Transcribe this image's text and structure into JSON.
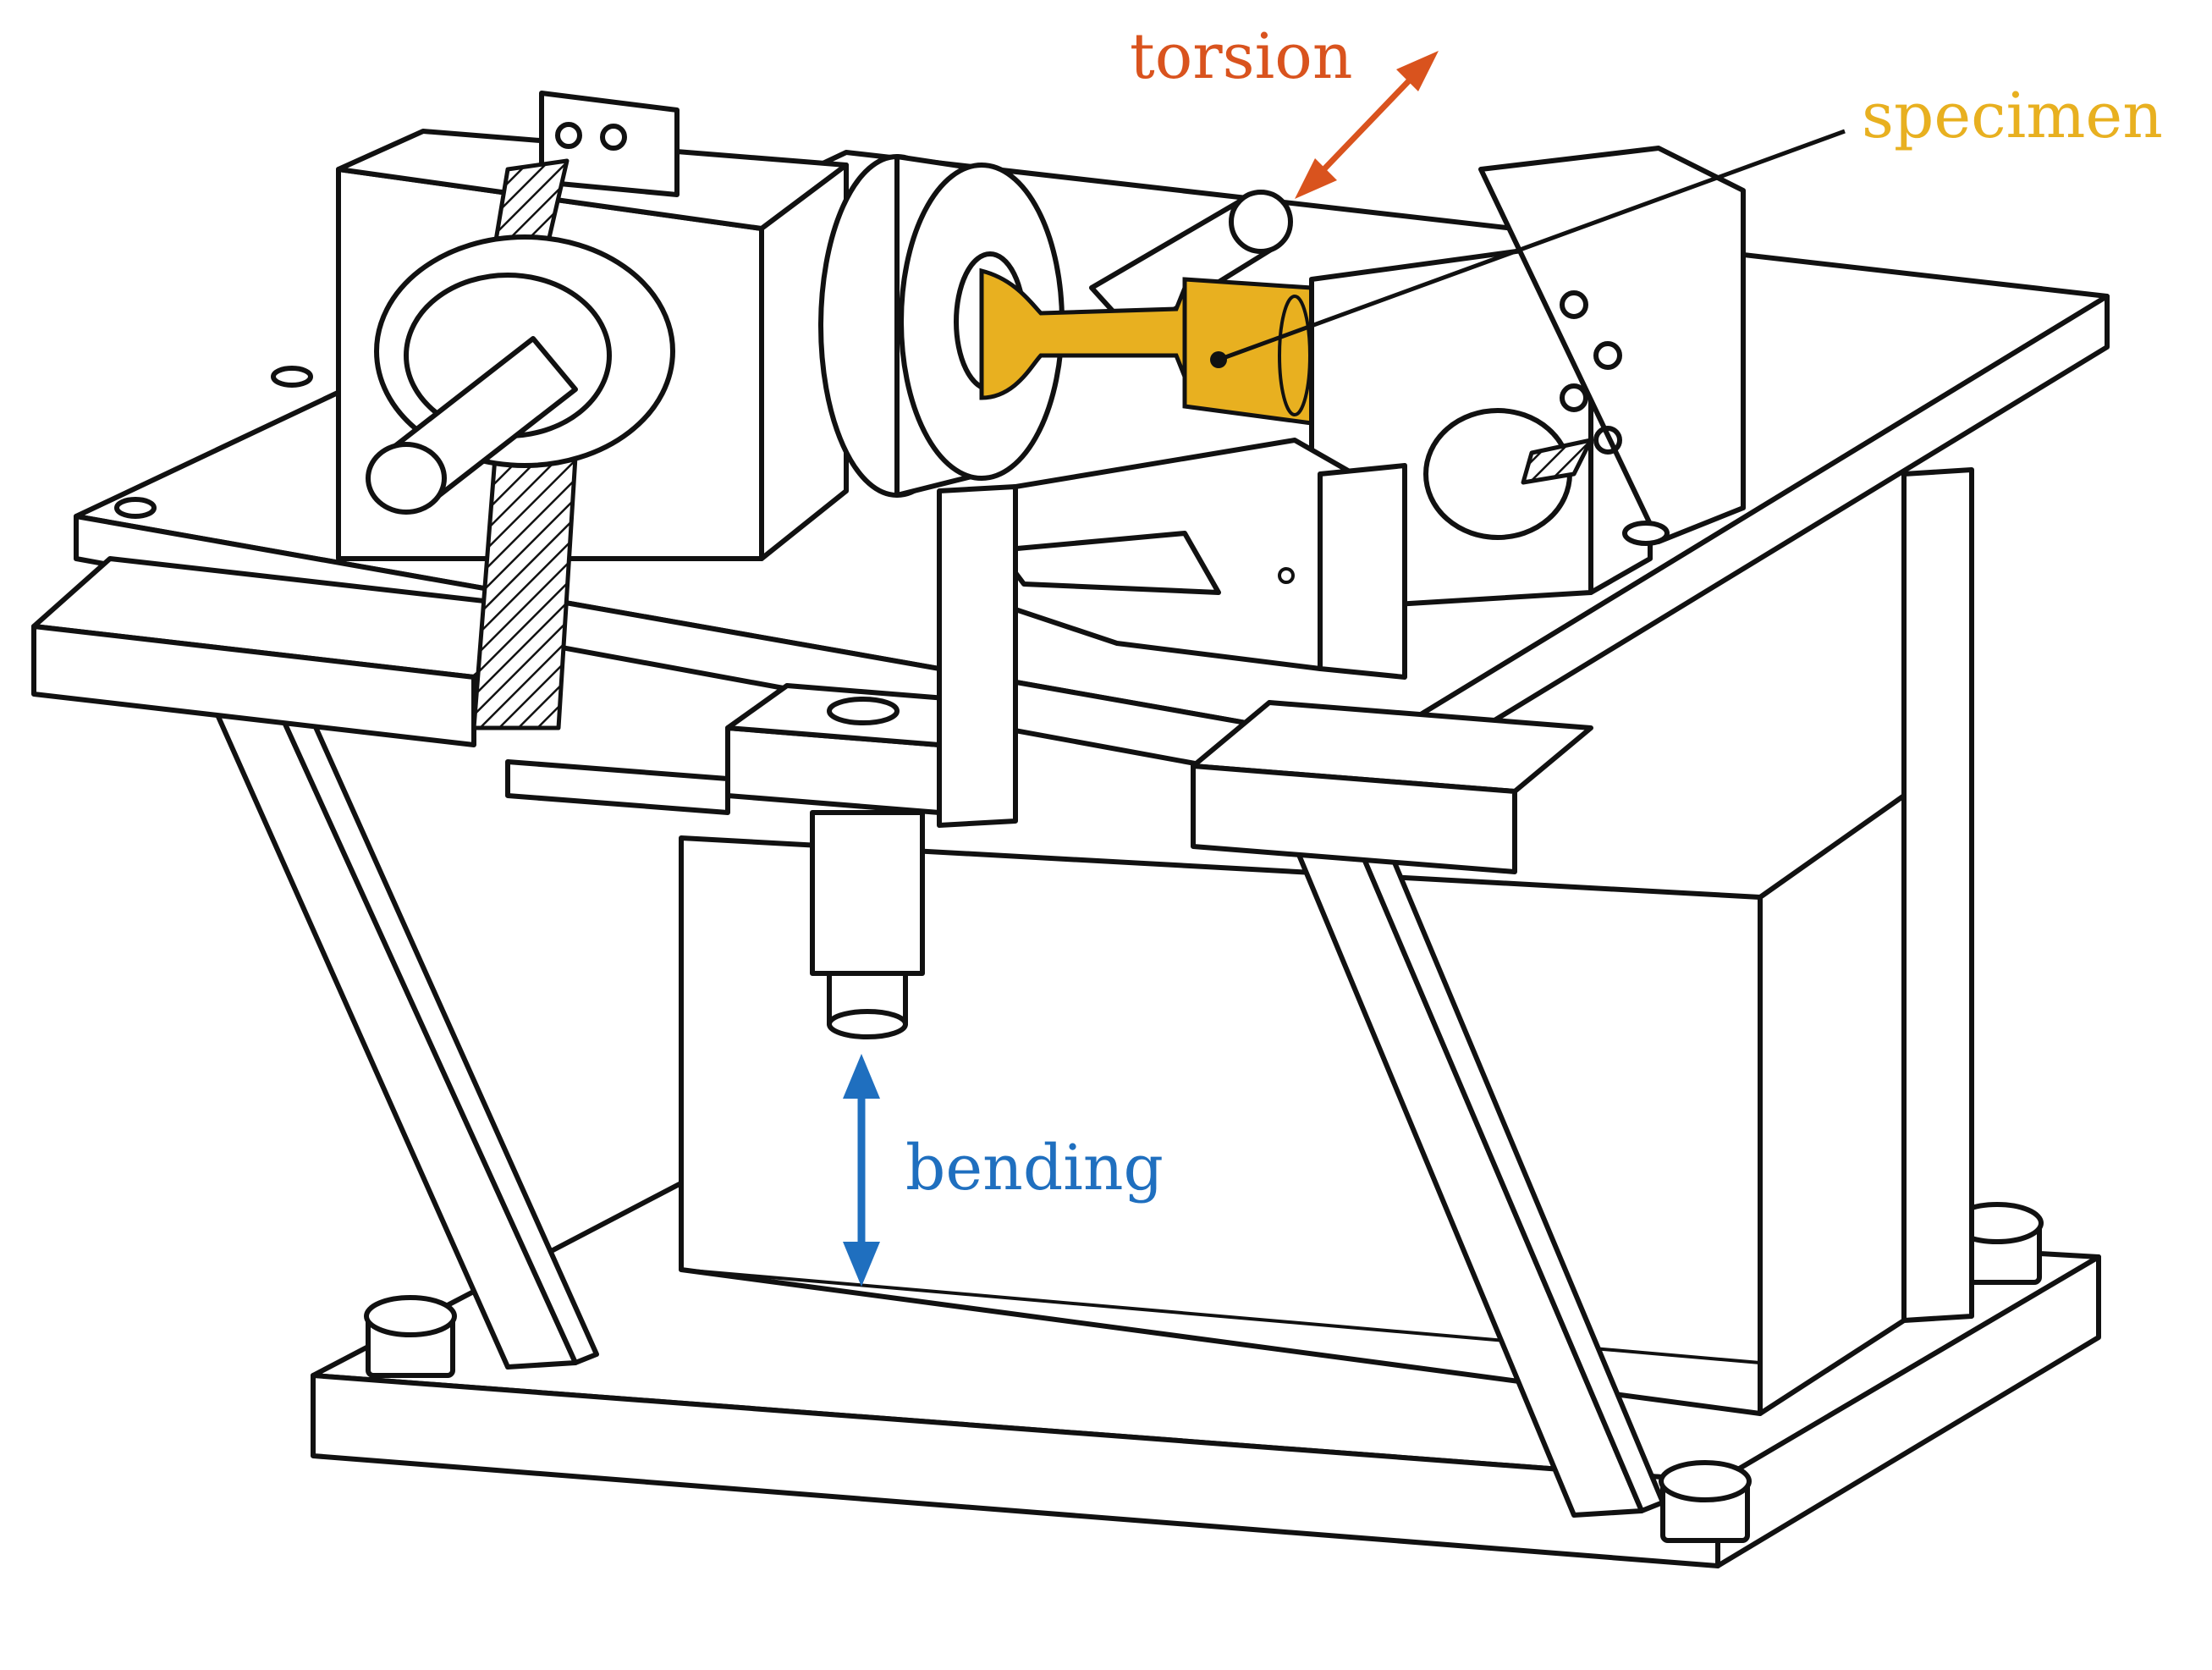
{
  "labels": {
    "torsion": "torsion",
    "specimen": "specimen",
    "bending": "bending"
  },
  "colors": {
    "torsion": "#d9531e",
    "specimen": "#e8b020",
    "bending": "#1f6fbf",
    "ink": "#111111"
  }
}
